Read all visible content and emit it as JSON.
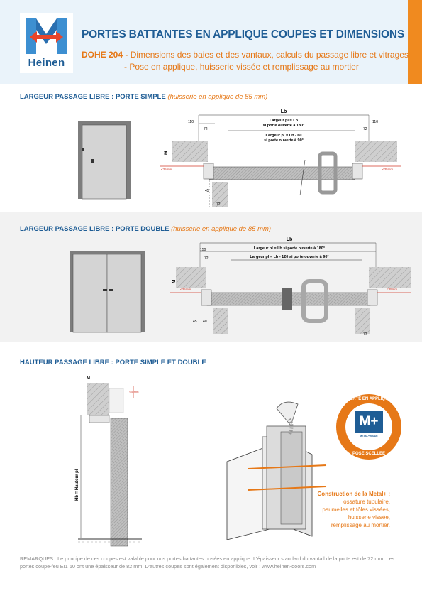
{
  "header": {
    "logo_text": "Heinen",
    "title": "PORTES BATTANTES EN APPLIQUE COUPES ET DIMENSIONS",
    "code": "DOHE 204",
    "subtitle_1": " - Dimensions des baies et des vantaux, calculs du passage libre et vitrages",
    "subtitle_2": "- Pose en applique, huisserie vissée et remplissage au mortier"
  },
  "colors": {
    "blue": "#1f5d95",
    "orange": "#e67817",
    "stripe": "#f08a1f",
    "header_bg": "#eaf3fa"
  },
  "section1": {
    "title": "LARGEUR PASSAGE LIBRE : PORTE SIMPLE ",
    "note": "(huisserie en applique de 85 mm)",
    "lb": "Lb",
    "formula_1a": "Largeur pl = Lb",
    "formula_1b": "si porte ouverte à 180°",
    "formula_2a": "Largeur pl = Lb - 60",
    "formula_2b": "si porte ouverte à 90°",
    "dim_110": "110",
    "dim_72": "72",
    "dim_45": "45",
    "dim_35": "<35mm",
    "m": "M"
  },
  "section2": {
    "title": "LARGEUR PASSAGE LIBRE : PORTE DOUBLE ",
    "note": "(huisserie en applique de 85 mm)",
    "lb": "Lb",
    "formula_1": "Largeur pl = Lb si porte ouverte à 180°",
    "formula_2": "Largeur pl = Lb - 120 si porte ouverte à 90°",
    "dim_150": "150",
    "dim_72": "72",
    "dim_45": "45",
    "dim_40": "40",
    "dim_35": "<35mm",
    "m": "M"
  },
  "section3": {
    "title": "HAUTEUR PASSAGE LIBRE : PORTE SIMPLE ET DOUBLE",
    "m": "M",
    "hb": "Hb = Hauteur pl",
    "dim_35": "<35mm",
    "badge_top": "PORTE EN APPLIQUE",
    "badge_logo": "M+",
    "badge_small": "METAL+INSIDE",
    "badge_bottom": "POSE SCELLEE",
    "construction_title": "Construction de la Metal+ :",
    "construction_lines": [
      "ossature tubulaire,",
      "paumelles et tôles vissées,",
      "huisserie vissée,",
      "remplissage au mortier."
    ]
  },
  "remarks": "REMARQUES : Le principe de ces coupes est valable pour nos portes battantes posées en applique. L'épaisseur standard du vantail de la porte est de 72 mm. Les portes coupe-feu EI1 60 ont une épaisseur de 82 mm. D'autres coupes sont également disponibles, voir : www.heinen-doors.com"
}
